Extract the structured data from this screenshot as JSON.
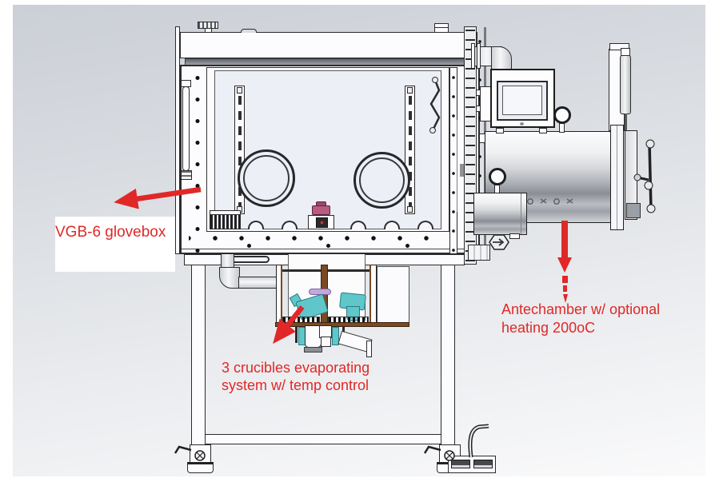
{
  "annotations": {
    "glovebox_label": "VGB-6 glovebox",
    "crucibles_label_line1": "3 crucibles evaporating",
    "crucibles_label_line2": "system w/ temp control",
    "antechamber_label_line1": "Antechamber w/ optional",
    "antechamber_label_line2": "heating 200oC"
  },
  "colors": {
    "annotation_red": "#e02828",
    "background_top": "#cbcfd6",
    "background_bottom": "#fafafb",
    "line_dark": "#2b2b2d",
    "window_tint": "#edeff7",
    "teal_crucible": "#5fc6c9",
    "brown_frame": "#7a4a22",
    "pink_cap": "#b85c7e",
    "purple_tag": "#c3a8de",
    "metal_shadow": "#8a8e95"
  },
  "components": [
    "glovebox front window with two glove ports",
    "antechamber cylinder with door handwheel",
    "control panel screen",
    "pressure gauges",
    "3-crucible evaporating system",
    "support stand with casters"
  ]
}
